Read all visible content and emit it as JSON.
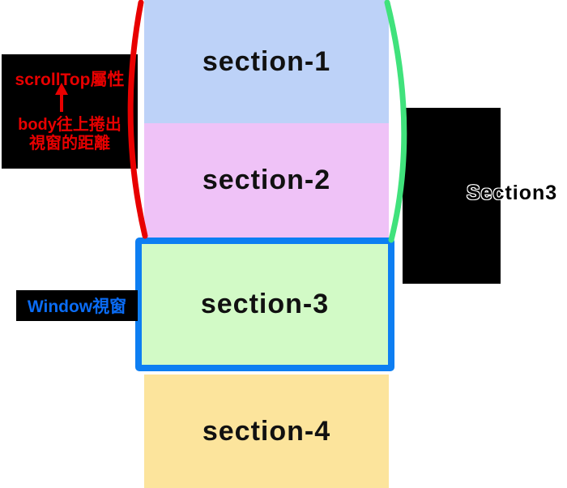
{
  "diagram": {
    "sections": [
      {
        "label": "section-1",
        "color": "#bdd2f8"
      },
      {
        "label": "section-2",
        "color": "#efc2f7"
      },
      {
        "label": "section-3",
        "color": "#d2fac6"
      },
      {
        "label": "section-4",
        "color": "#fce49c"
      }
    ],
    "scrolltop_callout": {
      "title": "scrollTop屬性",
      "desc_line1": "body往上捲出",
      "desc_line2": "視窗的距離",
      "text_color": "#e80000"
    },
    "window_callout": {
      "label": "Window視窗",
      "text_color": "#0a6cf5"
    },
    "section3_callout": {
      "label": "Section3"
    },
    "brackets": {
      "left_color": "#e80000",
      "right_color": "#40e27c"
    },
    "viewport_border_color": "#0d7ef2"
  }
}
